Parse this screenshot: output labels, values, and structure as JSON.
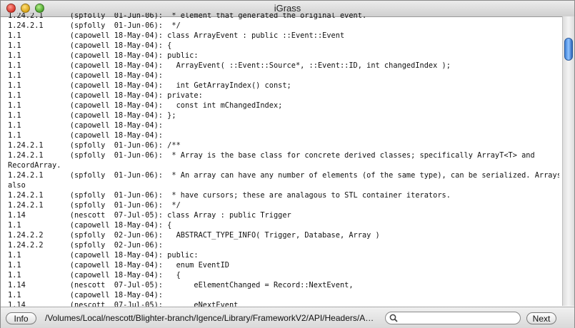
{
  "window": {
    "title": "iGrass"
  },
  "lines": [
    "1.24.2.1      (spfolly  01-Jun-06):  * element that generated the original event.",
    "1.24.2.1      (spfolly  01-Jun-06):  */",
    "1.1           (capowell 18-May-04): class ArrayEvent : public ::Event::Event",
    "1.1           (capowell 18-May-04): {",
    "1.1           (capowell 18-May-04): public:",
    "1.1           (capowell 18-May-04):   ArrayEvent( ::Event::Source*, ::Event::ID, int changedIndex );",
    "1.1           (capowell 18-May-04):",
    "1.1           (capowell 18-May-04):   int GetArrayIndex() const;",
    "1.1           (capowell 18-May-04): private:",
    "1.1           (capowell 18-May-04):   const int mChangedIndex;",
    "1.1           (capowell 18-May-04): };",
    "1.1           (capowell 18-May-04):",
    "1.1           (capowell 18-May-04):",
    "1.24.2.1      (spfolly  01-Jun-06): /**",
    "1.24.2.1      (spfolly  01-Jun-06):  * Array is the base class for concrete derived classes; specifically ArrayT<T> and",
    "RecordArray.",
    "1.24.2.1      (spfolly  01-Jun-06):  * An array can have any number of elements (of the same type), can be serialized. Arrays",
    "also",
    "1.24.2.1      (spfolly  01-Jun-06):  * have cursors; these are analagous to STL container iterators.",
    "1.24.2.1      (spfolly  01-Jun-06):  */",
    "1.14          (nescott  07-Jul-05): class Array : public Trigger",
    "1.1           (capowell 18-May-04): {",
    "1.24.2.2      (spfolly  02-Jun-06):   ABSTRACT_TYPE_INFO( Trigger, Database, Array )",
    "1.24.2.2      (spfolly  02-Jun-06):",
    "1.1           (capowell 18-May-04): public:",
    "1.1           (capowell 18-May-04):   enum EventID",
    "1.1           (capowell 18-May-04):   {",
    "1.14          (nescott  07-Jul-05):       eElementChanged = Record::NextEvent,",
    "1.1           (capowell 18-May-04):",
    "1.14          (nescott  07-Jul-05):       eNextEvent"
  ],
  "bottom_bar": {
    "info_label": "Info",
    "path": "/Volumes/Local/nescott/Blighter-branch/Igence/Library/FrameworkV2/API/Headers/A…",
    "search_value": "",
    "search_placeholder": "",
    "next_label": "Next"
  },
  "scroll": {
    "position": 0.08
  }
}
